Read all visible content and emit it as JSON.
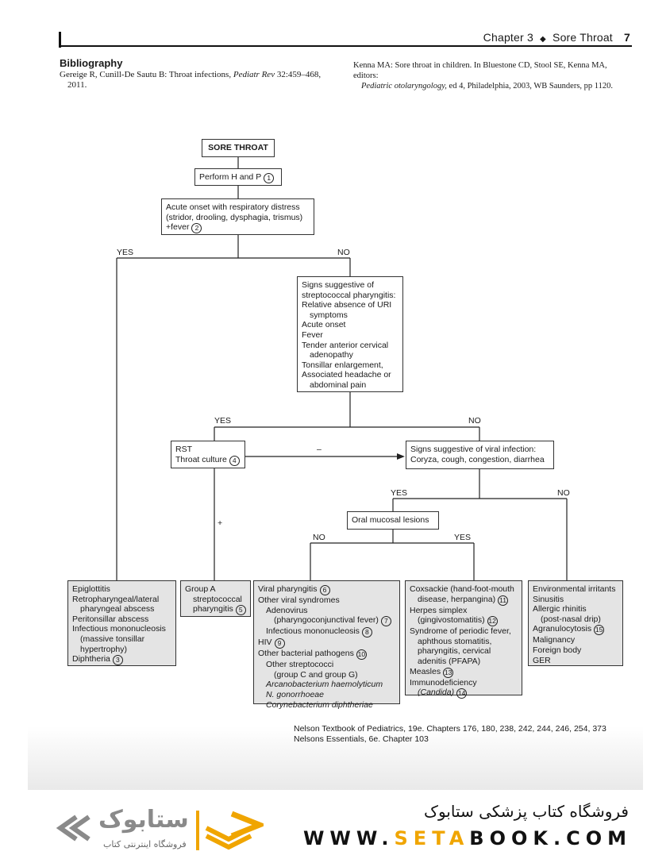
{
  "header": {
    "chapter": "Chapter 3",
    "bullet": "◆",
    "title": "Sore Throat",
    "page": "7"
  },
  "bibliography": {
    "heading": "Bibliography",
    "ref1_a": "Gereige R, Cunill-De Sautu B: Throat infections,",
    "ref1_journal": "Pediatr Rev",
    "ref1_b": "32:459–468,",
    "ref1_c": "2011.",
    "ref2_a": "Kenna MA: Sore throat in children. In Bluestone CD, Stool SE, Kenna MA, editors:",
    "ref2_book": "Pediatric otolaryngology,",
    "ref2_b": "ed 4, Philadelphia, 2003, WB Saunders, pp 1120."
  },
  "flow": {
    "start": "SORE THROAT",
    "perform": "Perform H and P",
    "perform_n": "1",
    "acute": [
      "Acute onset with respiratory distress",
      "(stridor, drooling, dysphagia, trismus)",
      "+fever"
    ],
    "acute_n": "2",
    "strep_signs": [
      "Signs suggestive of",
      "streptococcal pharyngitis:",
      "Relative absence of URI",
      "symptoms",
      "Acute onset",
      "Fever",
      "Tender anterior cervical",
      "adenopathy",
      "Tonsillar enlargement,",
      "Associated headache or",
      "abdominal pain"
    ],
    "rst": [
      "RST",
      "Throat culture"
    ],
    "rst_n": "4",
    "viral_signs": [
      "Signs suggestive of viral infection:",
      "Coryza, cough, congestion, diarrhea"
    ],
    "oral": "Oral mucosal lesions",
    "labels": {
      "yes": "YES",
      "no": "NO",
      "minus": "–",
      "plus": "+"
    },
    "out1": [
      "Epiglottitis",
      "Retropharyngeal/lateral",
      "pharyngeal abscess",
      "Peritonsillar abscess",
      "Infectious mononucleosis",
      "(massive tonsillar",
      "hypertrophy)",
      "Diphtheria"
    ],
    "out1_n": "3",
    "out2": [
      "Group A",
      "streptococcal",
      "pharyngitis"
    ],
    "out2_n": "5",
    "out3": [
      "Viral pharyngitis",
      "Other viral syndromes",
      "Adenovirus",
      "(pharyngoconjunctival fever)",
      "Infectious mononucleosis",
      "HIV",
      "Other bacterial pathogens",
      "Other streptococci",
      "(group C and group G)",
      "Arcanobacterium haemolyticum",
      "N. gonorrhoeae",
      "Corynebacterium diphtheriae"
    ],
    "out3_n": {
      "viral": "6",
      "adeno": "7",
      "mono": "8",
      "hiv": "9",
      "bact": "10"
    },
    "out4": [
      "Coxsackie (hand-foot-mouth",
      "disease, herpangina)",
      "Herpes simplex",
      "(gingivostomatitis)",
      "Syndrome of periodic fever,",
      "aphthous stomatitis,",
      "pharyngitis, cervical",
      "adenitis (PFAPA)",
      "Measles",
      "Immunodeficiency",
      "(Candida)"
    ],
    "out4_n": {
      "cox": "11",
      "hsv": "12",
      "measles": "13",
      "immuno": "14"
    },
    "out5": [
      "Environmental irritants",
      "Sinusitis",
      "Allergic rhinitis",
      "(post-nasal drip)",
      "Agranulocytosis",
      "Malignancy",
      "Foreign body",
      "GER"
    ],
    "out5_n": "15"
  },
  "source": {
    "line1": "Nelson Textbook of Pediatrics, 19e. Chapters 176, 180, 238, 242, 244, 246, 254, 373",
    "line2": "Nelsons Essentials, 6e. Chapter 103"
  },
  "banner": {
    "store_fa": "فروشگاه کتاب پزشکی ستابوک",
    "url_pre": "WWW.",
    "url_brand": "SETA",
    "url_post": "BOOK.COM",
    "logo_fa": "فروشگاه اینترنتی کتاب",
    "logo_word": "ستابوک",
    "brand_color": "#f0a500"
  }
}
